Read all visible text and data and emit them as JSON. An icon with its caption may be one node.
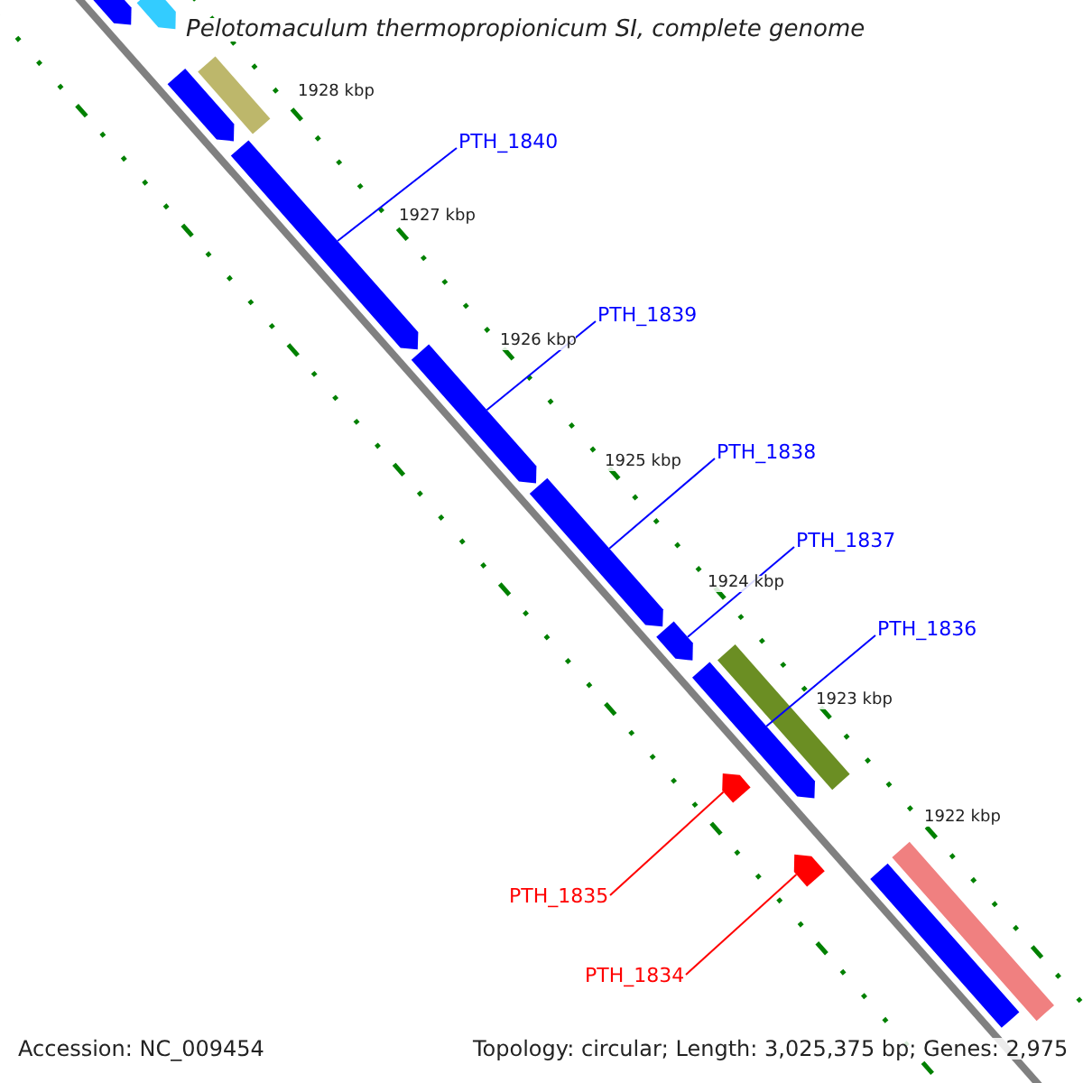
{
  "diagram": {
    "title": "Pelotomaculum thermopropionicum SI, complete genome",
    "nodes": [
      {
        "text": [
          "PTH_1840"
        ]
      },
      {
        "text": [
          "PTH_1839"
        ]
      },
      {
        "text": [
          "PTH_1838"
        ]
      },
      {
        "text": [
          "PTH_1837"
        ]
      },
      {
        "text": [
          "PTH_1836"
        ]
      },
      {
        "text": [
          "PTH_1835"
        ]
      },
      {
        "text": [
          "PTH_1834"
        ]
      },
      {
        "text": [],
        "shape": "arrow"
      },
      {
        "text": [],
        "shape": "arrow"
      },
      {
        "text": [],
        "shape": "arrow"
      },
      {
        "text": [],
        "shape": "arrow"
      },
      {
        "text": [],
        "shape": "arrow"
      },
      {
        "text": [],
        "shape": "arrow"
      },
      {
        "text": [],
        "shape": "arrow"
      },
      {
        "text": [],
        "shape": "arrow"
      },
      {
        "text": [],
        "shape": "arrow"
      },
      {
        "text": [],
        "shape": "arrow"
      },
      {
        "text": [],
        "shape": "bar"
      },
      {
        "text": [],
        "shape": "bar"
      },
      {
        "text": [],
        "shape": "bar"
      },
      {
        "text": [],
        "shape": "bar"
      }
    ],
    "edges": [
      {
        "from": 0,
        "to": 7,
        "arrow": "none"
      },
      {
        "from": 1,
        "to": 8,
        "arrow": "none"
      },
      {
        "from": 2,
        "to": 9,
        "arrow": "none"
      },
      {
        "from": 3,
        "to": 10,
        "arrow": "none"
      },
      {
        "from": 4,
        "to": 11,
        "arrow": "none"
      },
      {
        "from": 5,
        "to": 12,
        "arrow": "none",
        "color": "#ff0000"
      },
      {
        "from": 6,
        "to": 13,
        "arrow": "none",
        "color": "#ff0000"
      }
    ],
    "labels": [
      "1928 kbp",
      "1927 kbp",
      "1926 kbp",
      "1925 kbp",
      "1924 kbp",
      "1923 kbp",
      "1922 kbp",
      "Accession: NC_009454",
      "Topology: circular; Length: 3,025,375 bp; Genes: 2,975"
    ]
  }
}
